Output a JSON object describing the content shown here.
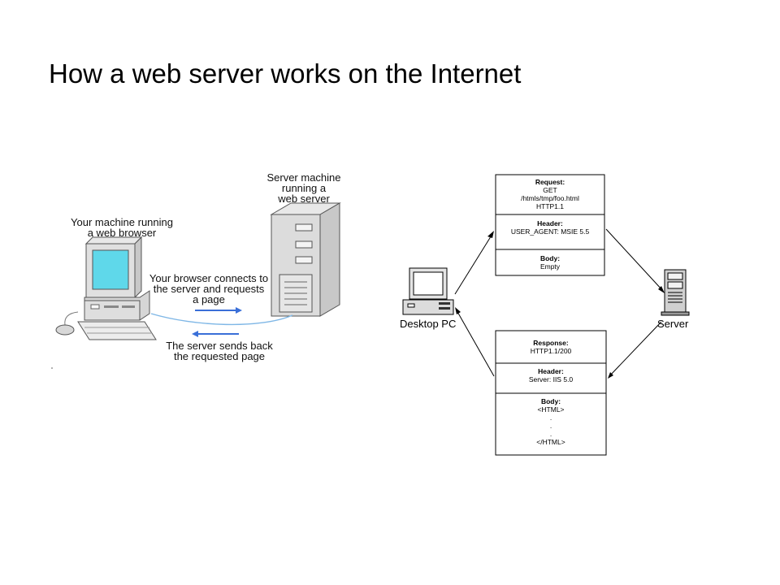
{
  "slide": {
    "title": "How a web server works on the Internet"
  },
  "left_diagram": {
    "client_label": [
      "Your machine running",
      "a web browser"
    ],
    "server_label": [
      "Server machine",
      "running a",
      "web server"
    ],
    "request_label": [
      "Your browser connects to",
      "the server and requests",
      "a page"
    ],
    "response_label": [
      "The server sends back",
      "the requested page"
    ],
    "arrow_color": "#3a6fd8"
  },
  "right_diagram": {
    "desktop_label": "Desktop PC",
    "server_label": "Server",
    "request_box": {
      "request_heading": "Request:",
      "request_lines": [
        "GET",
        "/htmls/tmp/foo.html",
        "HTTP1.1"
      ],
      "header_heading": "Header:",
      "header_lines": [
        "USER_AGENT: MSIE 5.5"
      ],
      "body_heading": "Body:",
      "body_lines": [
        "Empty"
      ]
    },
    "response_box": {
      "response_heading": "Response:",
      "response_lines": [
        "HTTP1.1/200"
      ],
      "header_heading": "Header:",
      "header_lines": [
        "Server: IIS 5.0"
      ],
      "body_heading": "Body:",
      "body_lines": [
        "<HTML>",
        ".",
        ".",
        ".",
        "</HTML>"
      ]
    }
  }
}
